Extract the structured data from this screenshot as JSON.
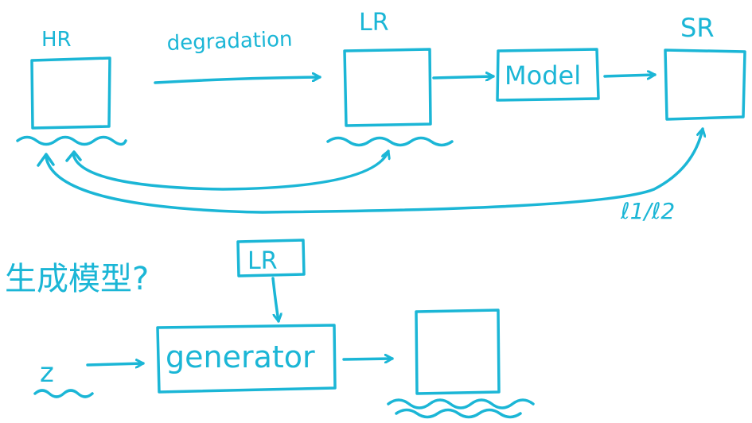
{
  "color": "#1bb6d6",
  "top_flow": {
    "hr_label": "HR",
    "lr_label": "LR",
    "sr_label": "SR",
    "degradation_label": "degradation",
    "model_label": "Model",
    "loss_label": "ℓ1/ℓ2"
  },
  "bottom_flow": {
    "question_label": "生成模型?",
    "lr_label": "LR",
    "generator_label": "generator",
    "z_label": "z"
  }
}
